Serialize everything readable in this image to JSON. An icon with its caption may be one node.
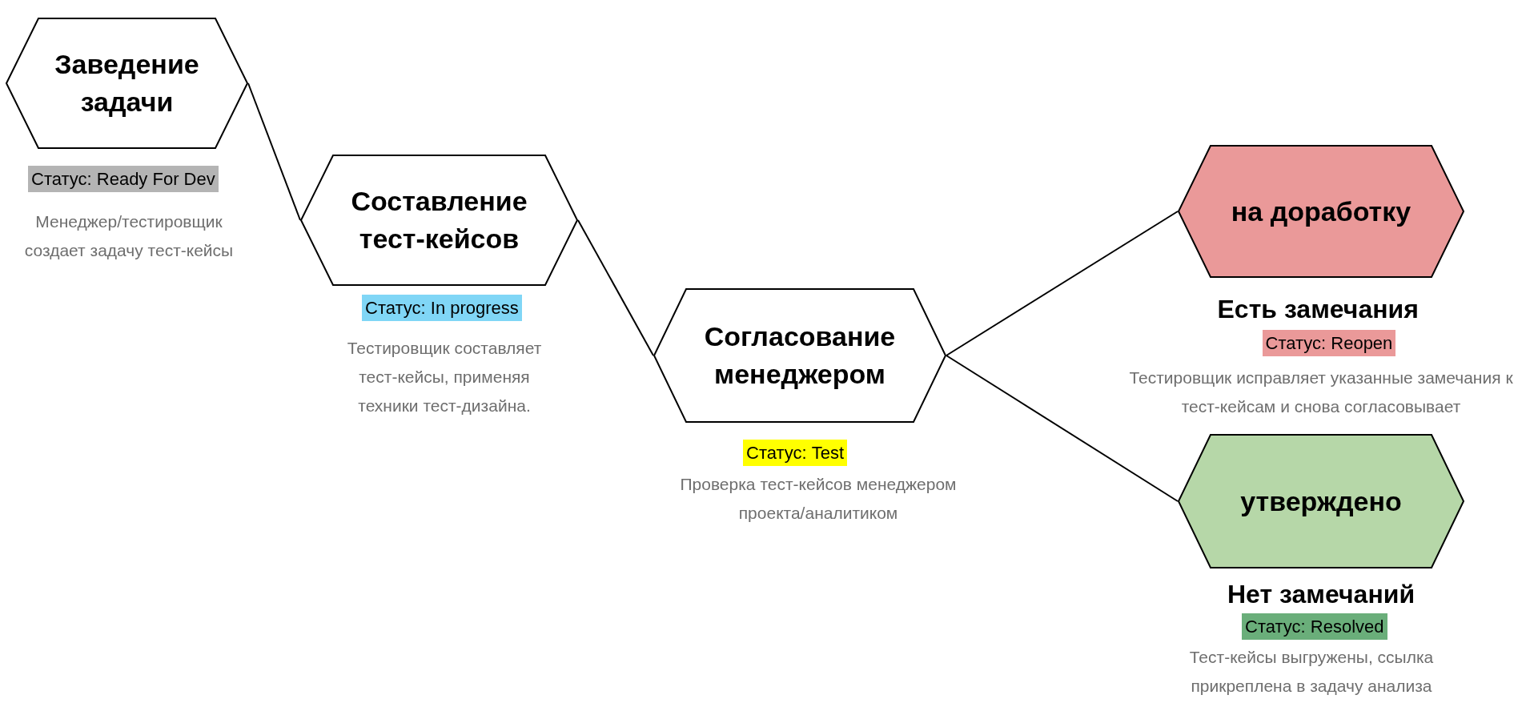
{
  "diagram": {
    "nodes": [
      {
        "text": [
          "Заведение задачи"
        ],
        "beside": [
          "Статус: Ready For Dev",
          "Менеджер/тестировщик создает задачу тест-кейсы"
        ]
      },
      {
        "text": [
          "Составление тест-кейсов"
        ],
        "beside": [
          "Статус: In progress",
          "Тестировщик составляет тест-кейсы, применяя техники тест-дизайна."
        ]
      },
      {
        "text": [
          "Согласование менеджером"
        ],
        "beside": [
          "Статус: Test",
          "Проверка тест-кейсов менеджером проекта/аналитиком"
        ]
      },
      {
        "text": [
          "на доработку"
        ],
        "beside": [
          "Есть замечания",
          "Статус: Reopen",
          "Тестировщик исправляет указанные замечания к тест-кейсам и снова согласовывает"
        ]
      },
      {
        "text": [
          "утверждено"
        ],
        "beside": [
          "Нет замечаний",
          "Статус: Resolved",
          "Тест-кейсы выгружены, ссылка прикреплена в задачу анализа"
        ]
      }
    ],
    "edges": [
      {
        "from": 0,
        "to": 1,
        "arrow": "none"
      },
      {
        "from": 1,
        "to": 2,
        "arrow": "none"
      },
      {
        "from": 2,
        "to": 3,
        "arrow": "none"
      },
      {
        "from": 2,
        "to": 4,
        "arrow": "none"
      }
    ]
  }
}
